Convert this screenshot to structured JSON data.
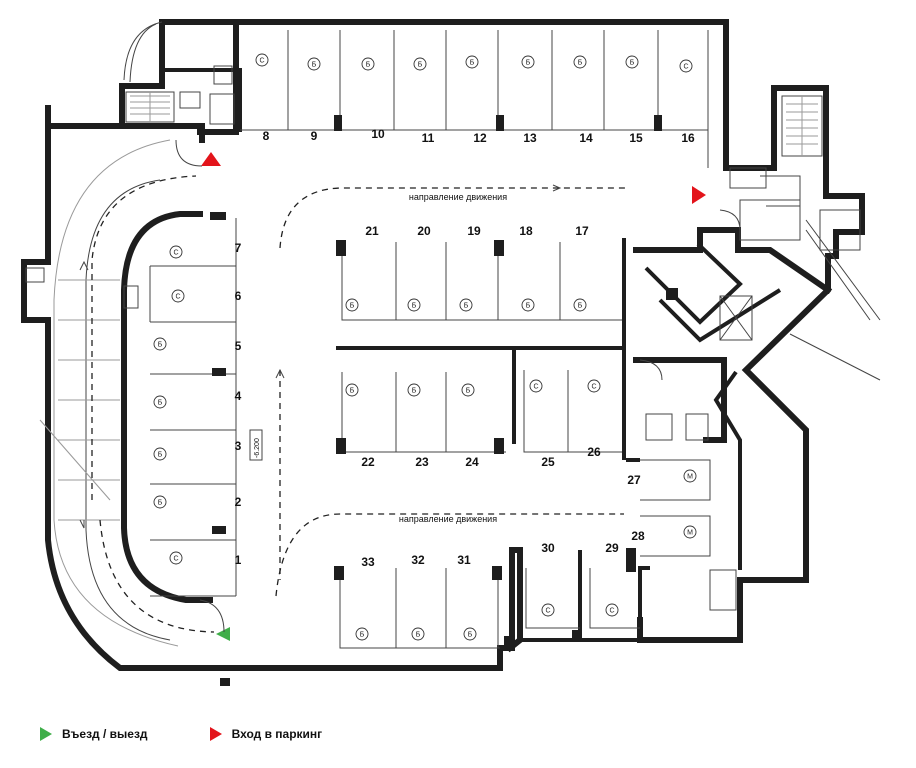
{
  "plan": {
    "direction_label_top": "направление движения",
    "direction_label_bottom": "направление движения",
    "level_mark": "-6.200",
    "colors": {
      "entry_exit": "#3fae49",
      "parking_entrance": "#e3141b",
      "walls": "#1e1e1e"
    },
    "badge_letters": {
      "small": "С",
      "large": "Б",
      "medium": "М"
    },
    "spots": [
      {
        "label": "1",
        "size": "С"
      },
      {
        "label": "2",
        "size": "Б"
      },
      {
        "label": "3",
        "size": "Б"
      },
      {
        "label": "4",
        "size": "Б"
      },
      {
        "label": "5",
        "size": "Б"
      },
      {
        "label": "6",
        "size": "С"
      },
      {
        "label": "7",
        "size": "С"
      },
      {
        "label": "8",
        "size": "С"
      },
      {
        "label": "9",
        "size": "Б"
      },
      {
        "label": "10",
        "size": "Б"
      },
      {
        "label": "11",
        "size": "Б"
      },
      {
        "label": "12",
        "size": "Б"
      },
      {
        "label": "13",
        "size": "Б"
      },
      {
        "label": "14",
        "size": "Б"
      },
      {
        "label": "15",
        "size": "Б"
      },
      {
        "label": "16",
        "size": "С"
      },
      {
        "label": "17",
        "size": "Б"
      },
      {
        "label": "18",
        "size": "Б"
      },
      {
        "label": "19",
        "size": "Б"
      },
      {
        "label": "20",
        "size": "Б"
      },
      {
        "label": "21",
        "size": "Б"
      },
      {
        "label": "22",
        "size": "Б"
      },
      {
        "label": "23",
        "size": "Б"
      },
      {
        "label": "24",
        "size": "Б"
      },
      {
        "label": "25",
        "size": "С"
      },
      {
        "label": "26",
        "size": "С"
      },
      {
        "label": "27",
        "size": "М"
      },
      {
        "label": "28",
        "size": "М"
      },
      {
        "label": "29",
        "size": "С"
      },
      {
        "label": "30",
        "size": "С"
      },
      {
        "label": "31",
        "size": "Б"
      },
      {
        "label": "32",
        "size": "Б"
      },
      {
        "label": "33",
        "size": "Б"
      }
    ]
  },
  "legend": {
    "entry_exit": "Въезд / выезд",
    "parking_entrance": "Вход в паркинг"
  }
}
